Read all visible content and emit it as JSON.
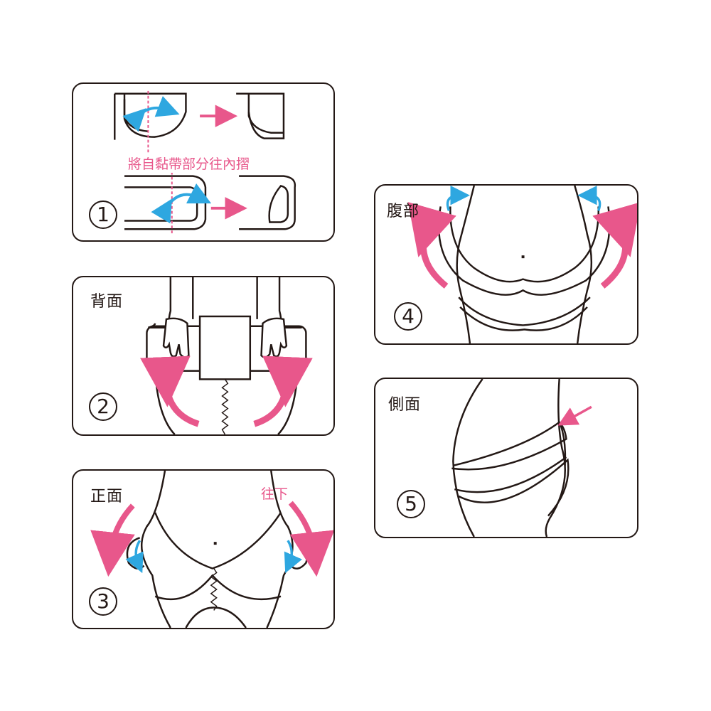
{
  "colors": {
    "outline": "#231815",
    "pink": "#e8578b",
    "blue": "#2ea7e0"
  },
  "steps": [
    {
      "number": "1",
      "label": "",
      "note": "將自黏帶部分往內摺"
    },
    {
      "number": "2",
      "label": "背面",
      "note": ""
    },
    {
      "number": "3",
      "label": "正面",
      "note": "往下"
    },
    {
      "number": "4",
      "label": "腹部",
      "note": ""
    },
    {
      "number": "5",
      "label": "側面",
      "note": ""
    }
  ]
}
